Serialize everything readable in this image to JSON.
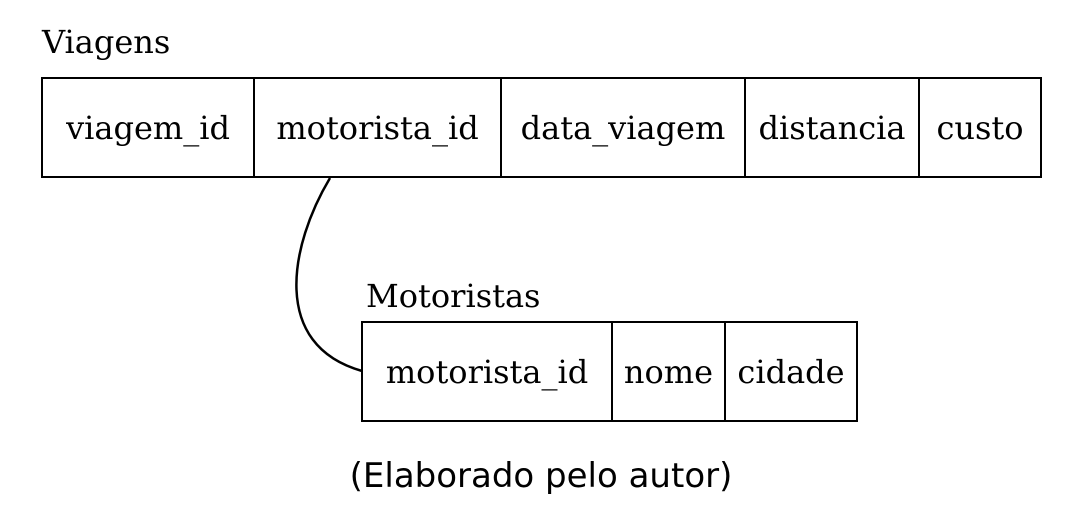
{
  "tables": [
    {
      "name": "Viagens",
      "columns": [
        "viagem_id",
        "motorista_id",
        "data_viagem",
        "distancia",
        "custo"
      ]
    },
    {
      "name": "Motoristas",
      "columns": [
        "motorista_id",
        "nome",
        "cidade"
      ]
    }
  ],
  "relationship": {
    "from": "Viagens.motorista_id",
    "to": "Motoristas.motorista_id"
  },
  "caption": "(Elaborado pelo autor)"
}
